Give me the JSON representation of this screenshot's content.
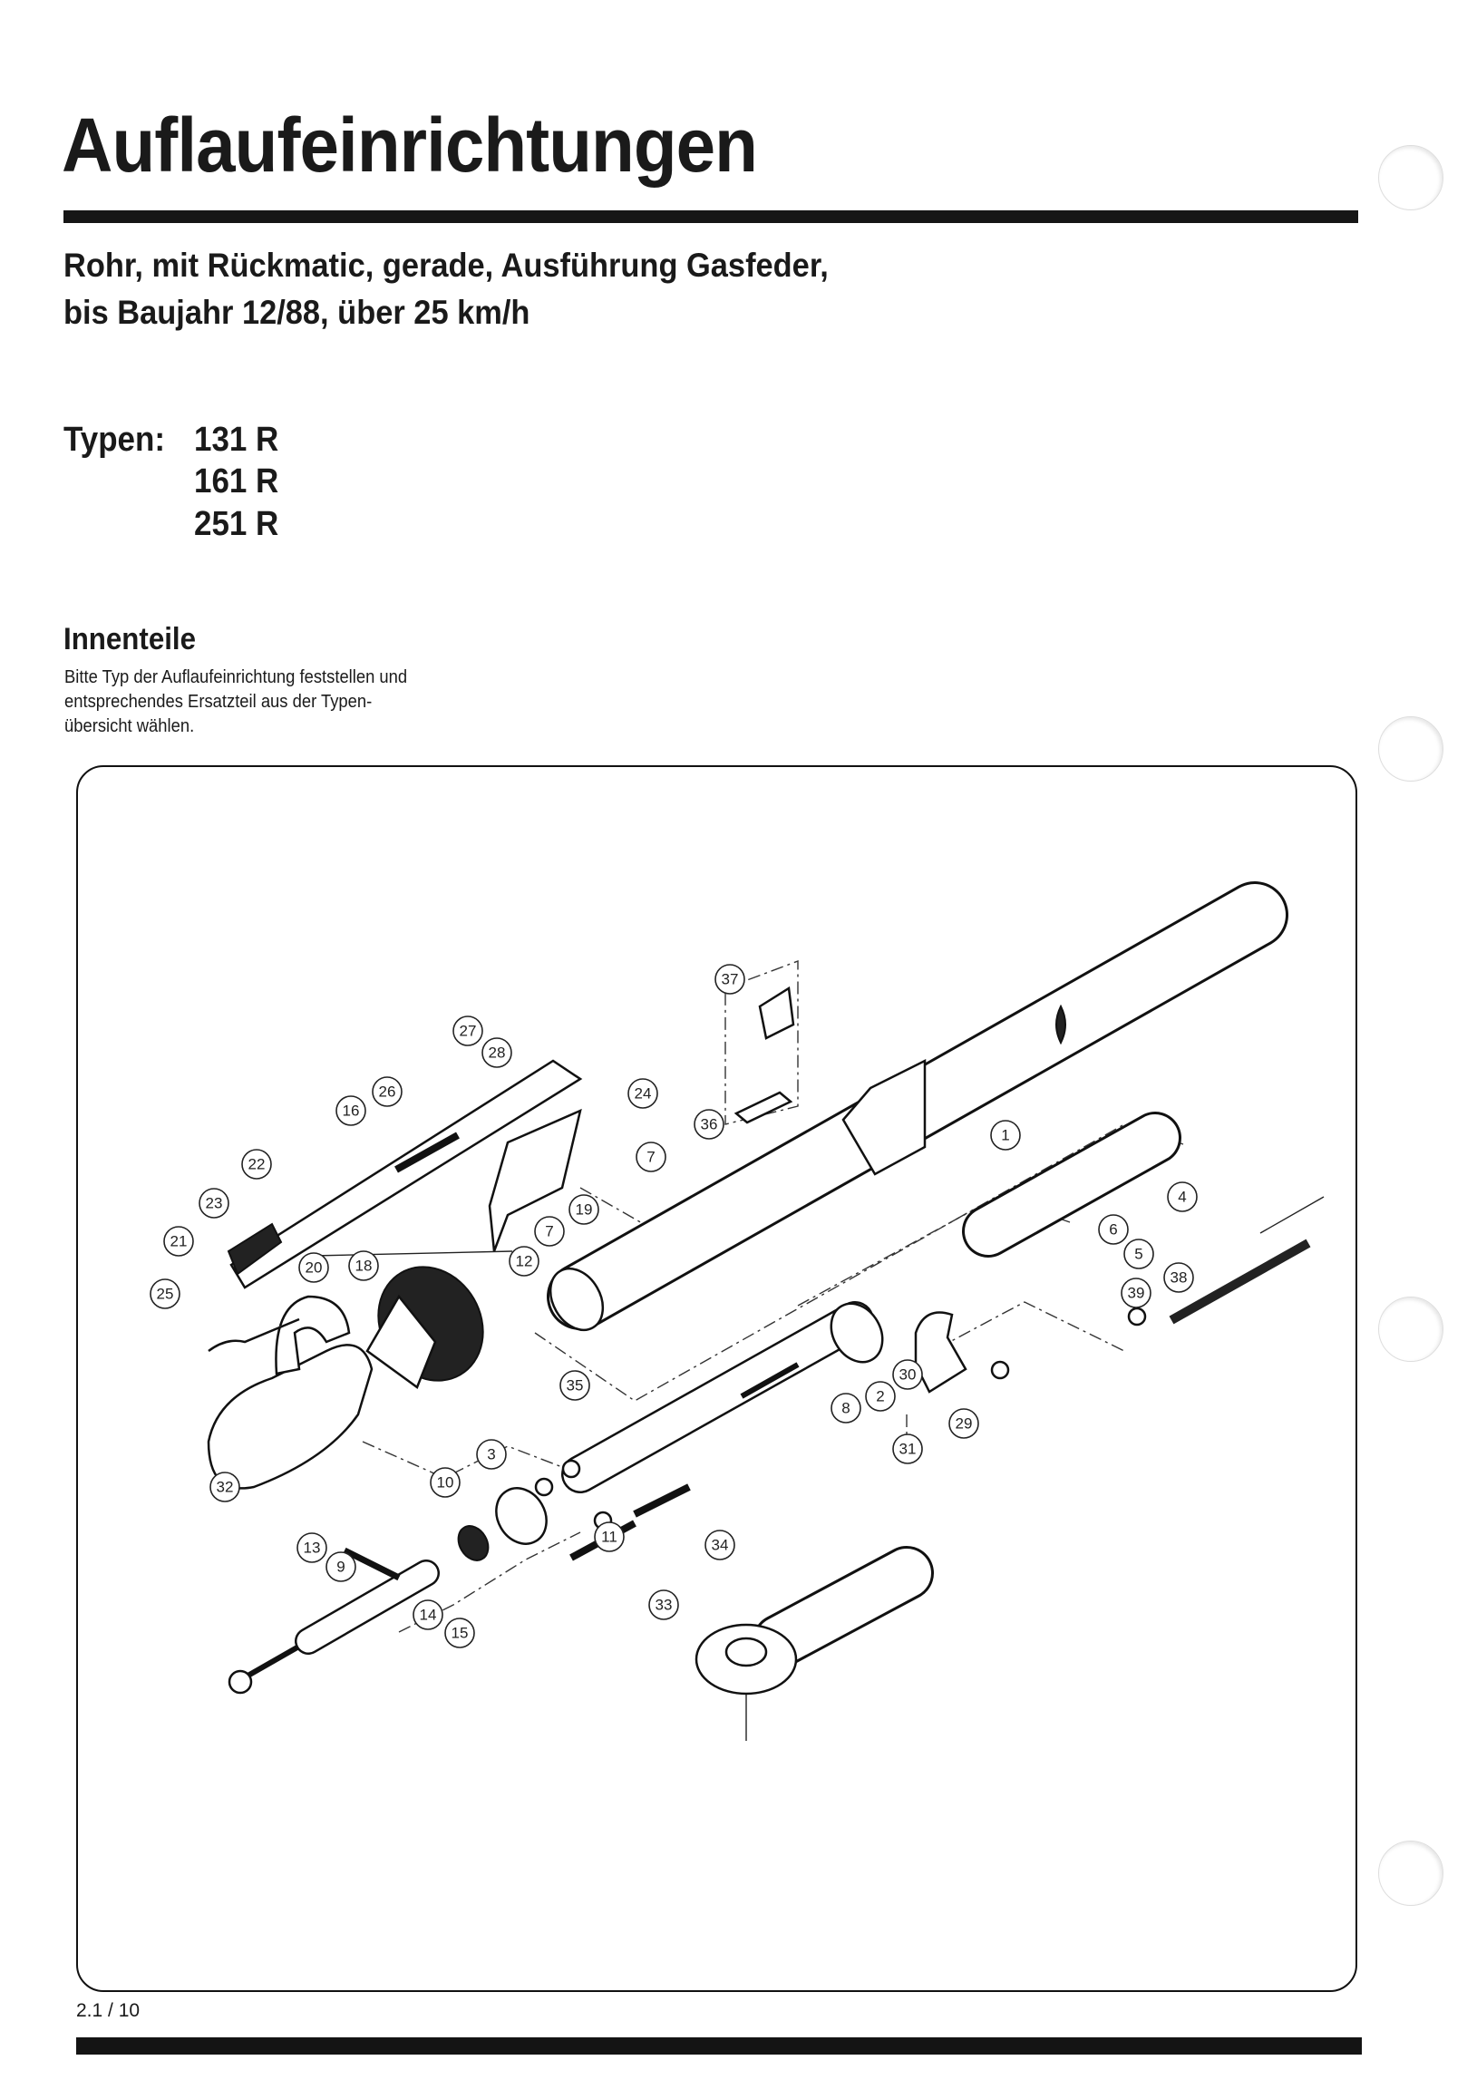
{
  "title": "Auflaufeinrichtungen",
  "subtitle": {
    "line1": "Rohr, mit Rückmatic, gerade, Ausführung Gasfeder,",
    "line2": "bis Baujahr 12/88, über 25 km/h"
  },
  "types": {
    "label": "Typen:",
    "values": [
      "131 R",
      "161 R",
      "251 R"
    ]
  },
  "section": {
    "heading": "Innenteile",
    "text_lines": [
      "Bitte Typ der Auflaufeinrichtung feststellen und",
      "entsprechendes Ersatzteil aus der Typen-",
      "übersicht wählen."
    ]
  },
  "callouts": [
    "37",
    "27",
    "28",
    "26",
    "16",
    "24",
    "36",
    "1",
    "22",
    "7",
    "19",
    "23",
    "4",
    "7",
    "21",
    "20",
    "18",
    "12",
    "6",
    "5",
    "25",
    "38",
    "39",
    "35",
    "30",
    "2",
    "8",
    "29",
    "31",
    "3",
    "10",
    "32",
    "11",
    "34",
    "13",
    "9",
    "14",
    "15",
    "33"
  ],
  "page_number": "2.1 / 10"
}
